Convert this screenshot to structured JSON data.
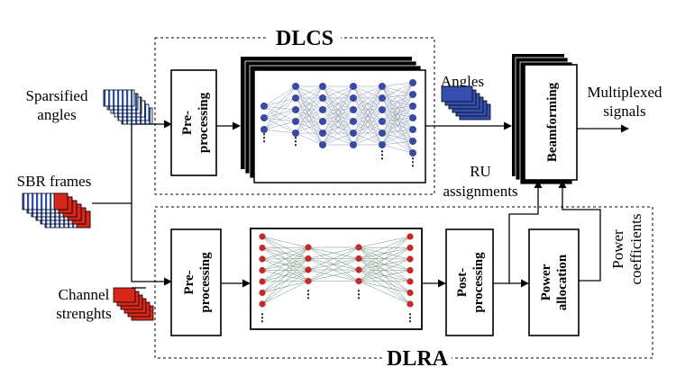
{
  "diagram": {
    "sections": {
      "dlcs": "DLCS",
      "dlra": "DLRA"
    },
    "inputs": {
      "sparsified_angles": [
        "Sparsified",
        "angles"
      ],
      "sbr_frames": "SBR frames",
      "channel_strengths": [
        "Channel",
        "strenghts"
      ]
    },
    "blocks": {
      "dlcs_preprocessing": [
        "Pre-",
        "processing"
      ],
      "dlra_preprocessing": [
        "Pre-",
        "processing"
      ],
      "postprocessing": [
        "Post-",
        "processing"
      ],
      "power_allocation": [
        "Power",
        "allocation"
      ],
      "beamforming": "Beamforming"
    },
    "labels": {
      "angles": "Angles",
      "ru_assignments": [
        "RU",
        "assignments"
      ],
      "multiplexed_signals": [
        "Multiplexed",
        "signals"
      ],
      "power_coefficients": [
        "Power",
        "coefficients"
      ]
    },
    "colors": {
      "dlcs_node": "#3a4aa0",
      "dlra_node": "#c8282a",
      "edge_blue": "#8a97b0",
      "edge_green": "#6f8f7c",
      "angle_fill": "#3550b0",
      "channel_fill": "#d8281c",
      "frame_grid": "#3050a8"
    }
  }
}
